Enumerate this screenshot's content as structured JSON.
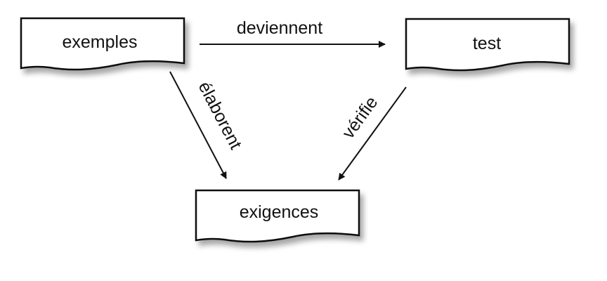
{
  "nodes": {
    "exemples": "exemples",
    "test": "test",
    "exigences": "exigences"
  },
  "edges": {
    "exemples_test": "deviennent",
    "exemples_exigences": "élaborent",
    "test_exigences": "vérifie"
  },
  "colors": {
    "stroke": "#111111",
    "shadow": "#c8c8c8",
    "fill": "#ffffff"
  }
}
